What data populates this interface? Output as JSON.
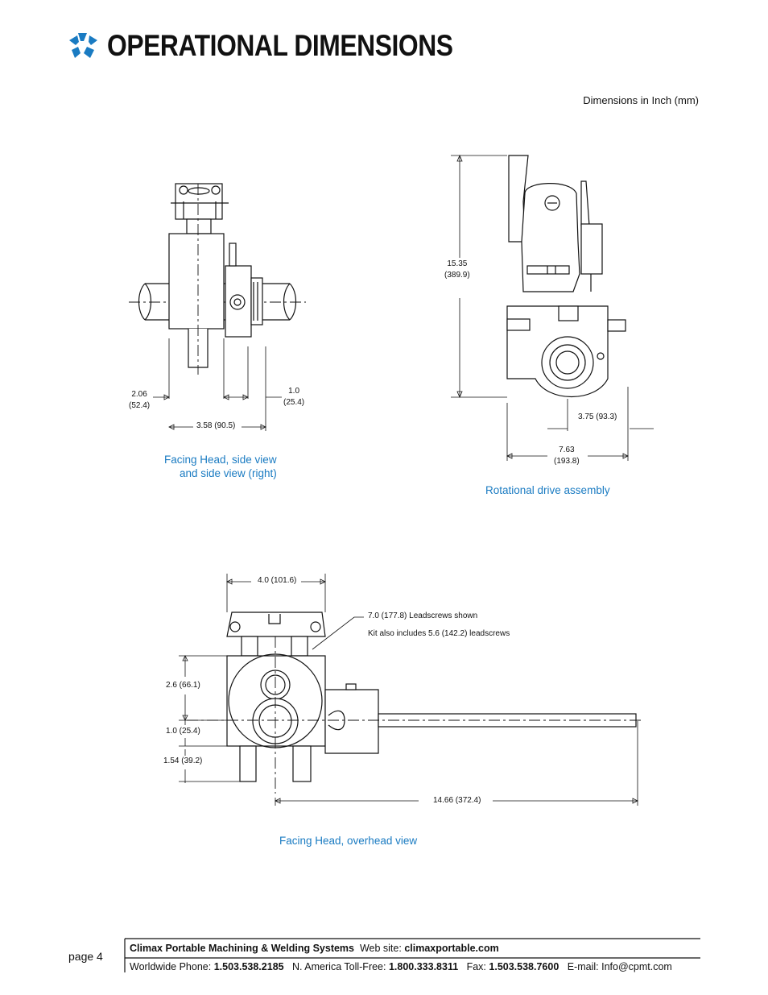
{
  "header": {
    "title": "OPERATIONAL DIMENSIONS",
    "logo_icon": "climax-star-logo-icon",
    "logo_color": "#1a7bc2"
  },
  "units_note": "Dimensions in Inch (mm)",
  "figure_side": {
    "caption_line1": "Facing Head, side view",
    "caption_line2": "and side view (right)",
    "dims": {
      "d1_in": "2.06",
      "d1_mm": "(52.4)",
      "d2_in": "1.0",
      "d2_mm": "(25.4)",
      "d3": "3.58 (90.5)"
    }
  },
  "figure_drive": {
    "caption": "Rotational drive assembly",
    "dims": {
      "height_in": "15.35",
      "height_mm": "(389.9)",
      "offset": "3.75 (93.3)",
      "width_in": "7.63",
      "width_mm": "(193.8)"
    }
  },
  "figure_overhead": {
    "caption": "Facing Head, overhead view",
    "dims": {
      "top_width": "4.0 (101.6)",
      "leadscrews_note1": "7.0 (177.8) Leadscrews shown",
      "leadscrews_note2": "Kit also includes 5.6 (142.2) leadscrews",
      "v1": "2.6 (66.1)",
      "v2": "1.0 (25.4)",
      "v3": "1.54 (39.2)",
      "length": "14.66 (372.4)"
    }
  },
  "footer": {
    "page": "page 4",
    "company": "Climax Portable Machining & Welding Systems",
    "web_label": "Web site:",
    "web": "climaxportable.com",
    "phone_label": "Worldwide Phone:",
    "phone": "1.503.538.2185",
    "tollfree_label": "N. America Toll-Free:",
    "tollfree": "1.800.333.8311",
    "fax_label": "Fax:",
    "fax": "1.503.538.7600",
    "email_label": "E-mail:",
    "email": "Info@cpmt.com"
  }
}
